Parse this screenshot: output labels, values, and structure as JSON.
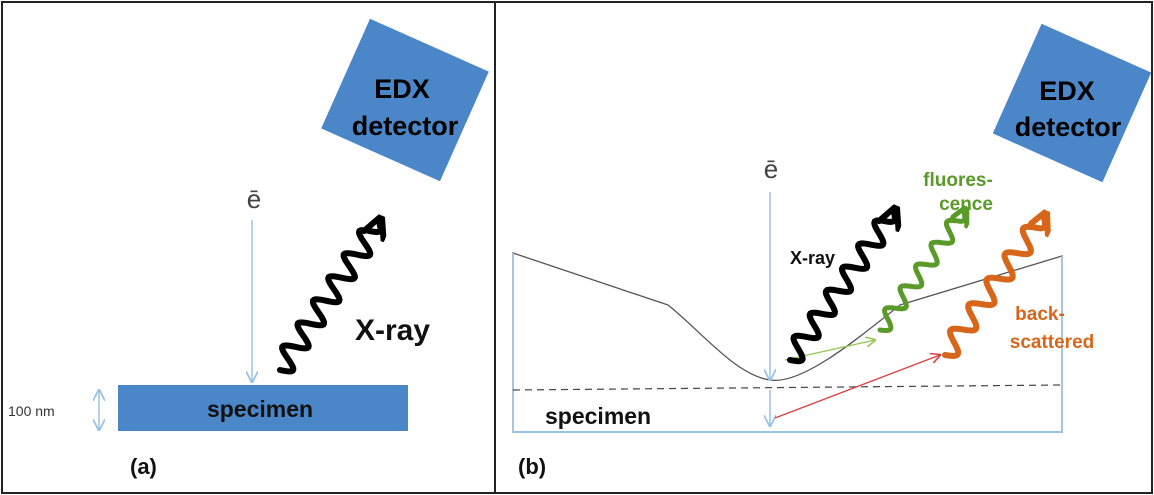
{
  "panel_a": {
    "detector_line1": "EDX",
    "detector_line2": "detector",
    "electron_label": "ē",
    "xray_label": "X-ray",
    "specimen_label": "specimen",
    "thickness_label": "100 nm",
    "panel_label": "(a)"
  },
  "panel_b": {
    "detector_line1": "EDX",
    "detector_line2": "detector",
    "electron_label": "ē",
    "xray_label": "X-ray",
    "fluorescence_line1": "fluores-",
    "fluorescence_line2": "cence",
    "backscattered_line1": "back-",
    "backscattered_line2": "scattered",
    "specimen_label": "specimen",
    "panel_label": "(b)"
  },
  "colors": {
    "detector_fill": "#4a86c8",
    "specimen_fill": "#4a86c8",
    "electron_beam": "#9cc3e6",
    "xray_wave": "#000000",
    "fluorescence": "#5a9a28",
    "backscattered": "#d8661a",
    "backscatter_arrow": "#e03c3c",
    "fluor_arrow": "#90c850"
  }
}
